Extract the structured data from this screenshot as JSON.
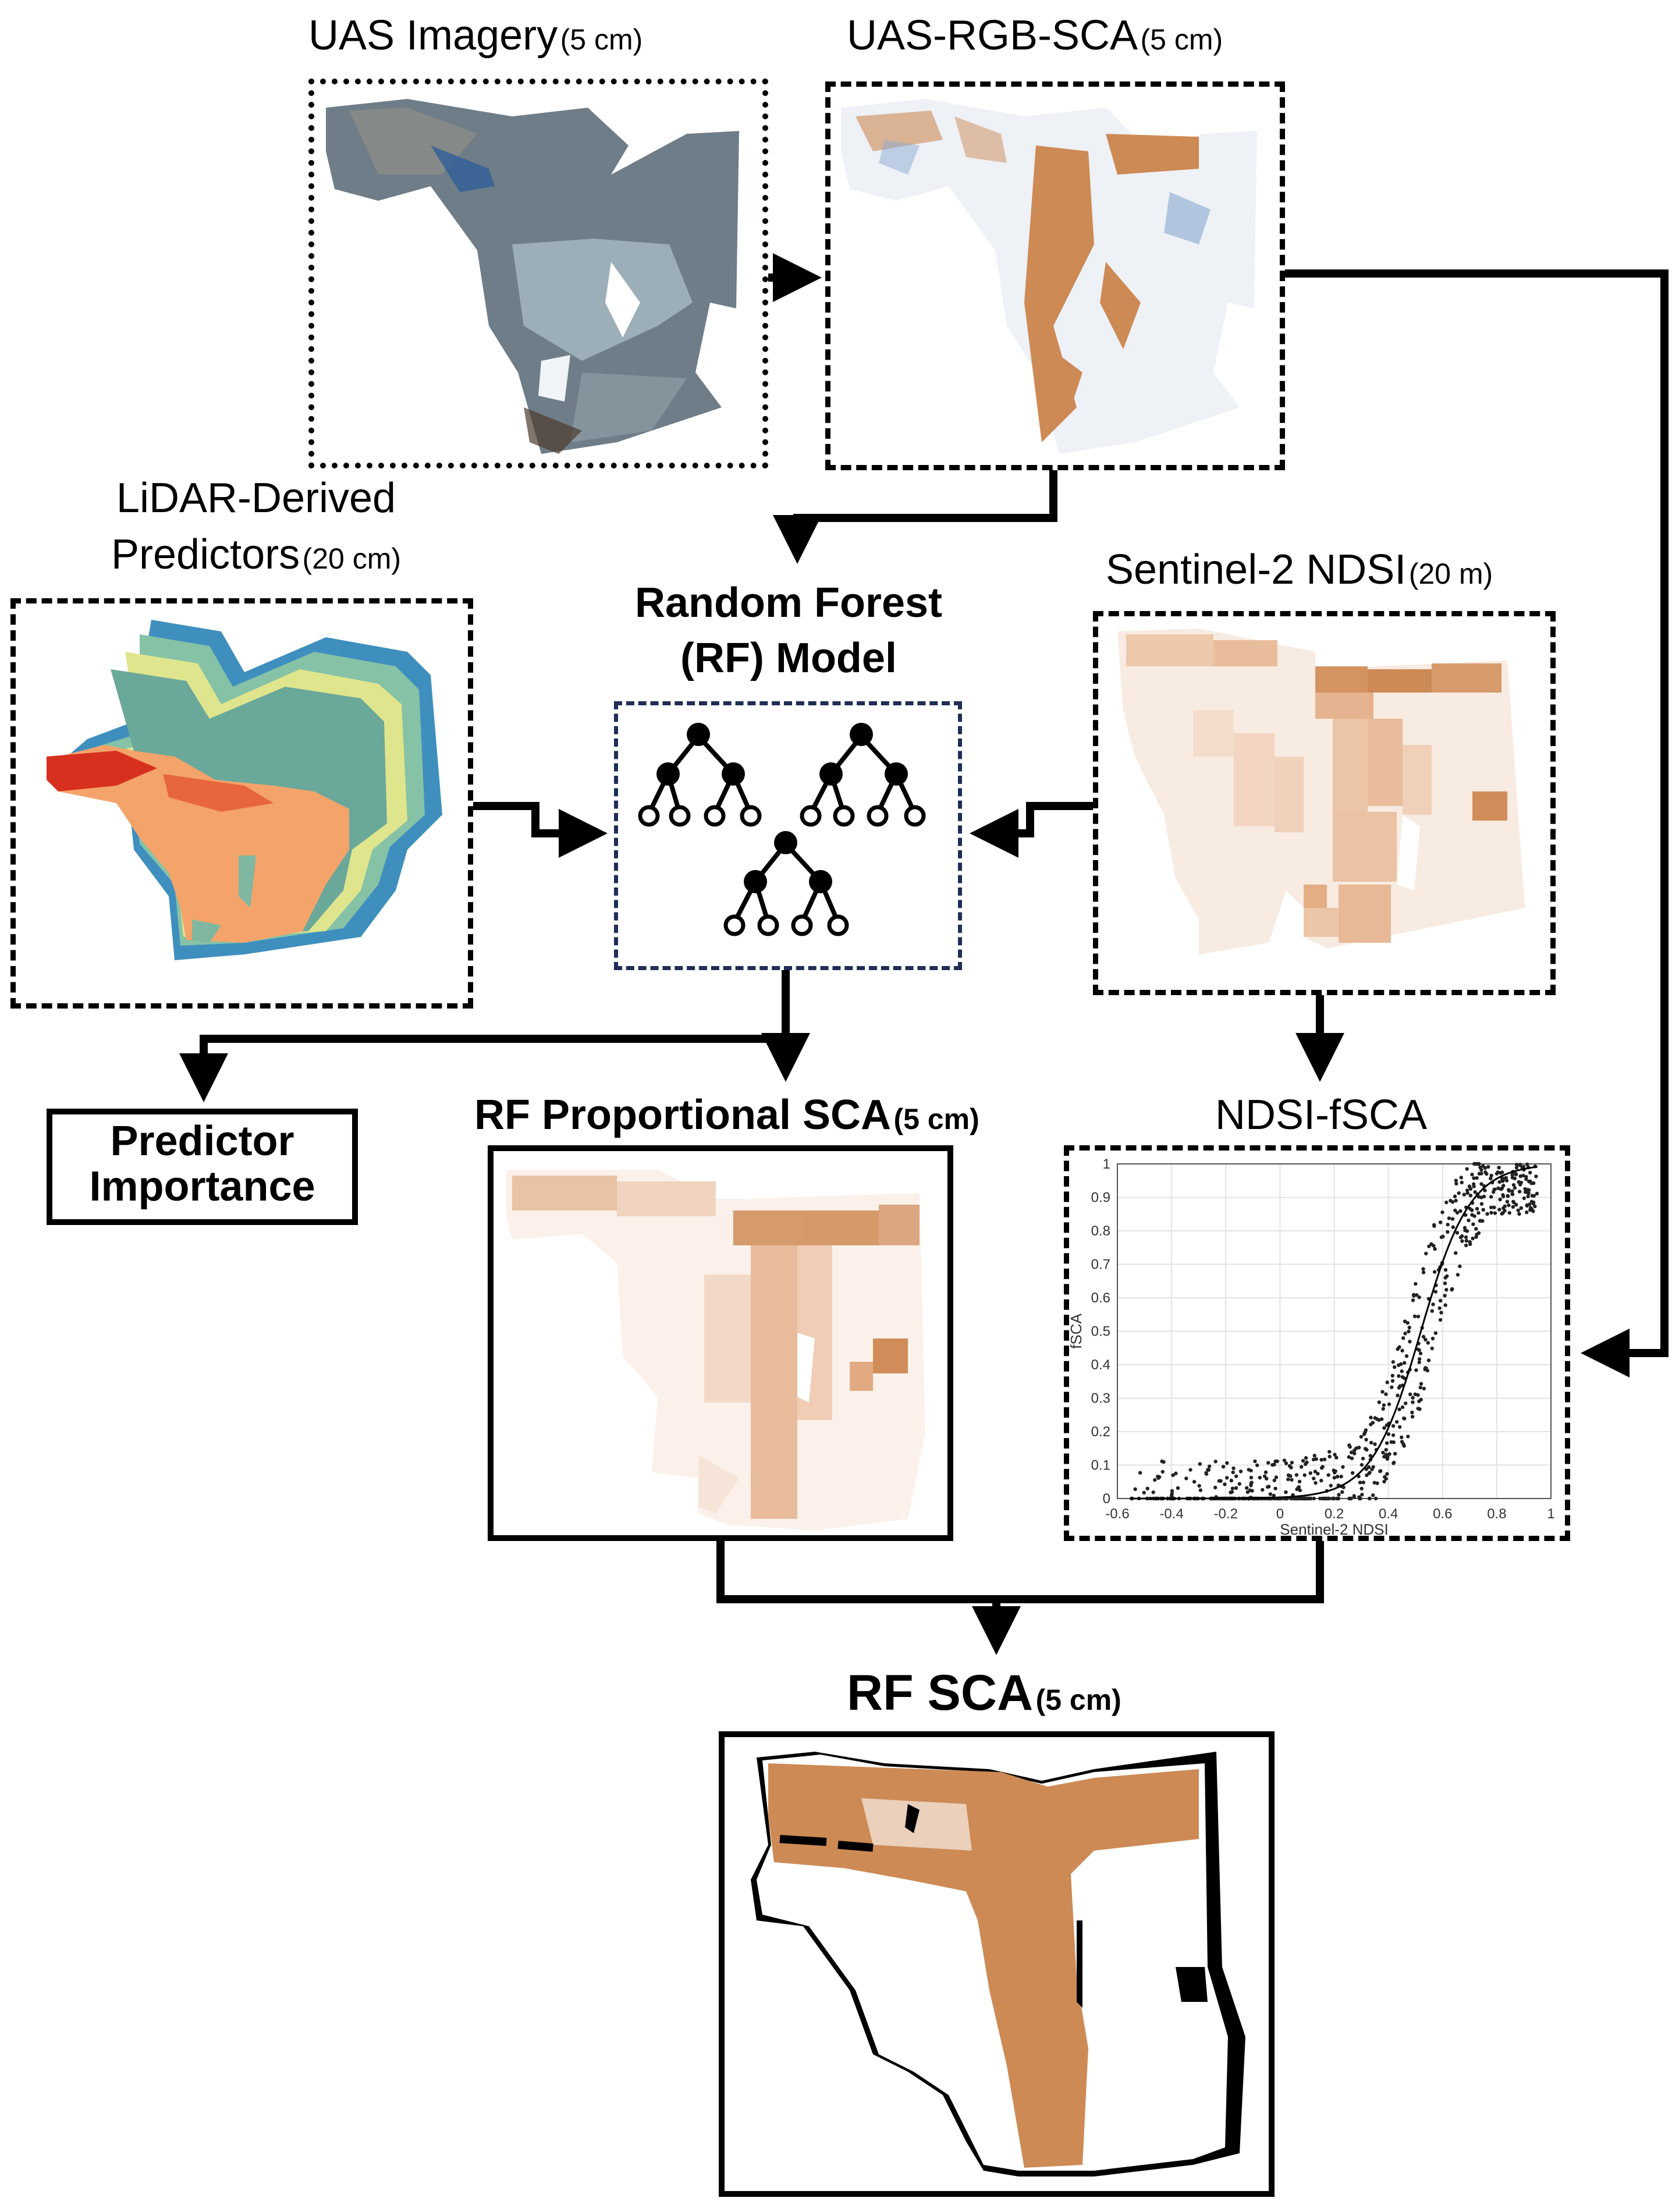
{
  "uas_imagery": {
    "title": "UAS Imagery",
    "res": "(5 cm)"
  },
  "uas_rgb_sca": {
    "title": "UAS-RGB-SCA",
    "res": "(5 cm)"
  },
  "lidar": {
    "title_line1": "LiDAR-Derived",
    "title_line2": "Predictors",
    "res": "(20 cm)"
  },
  "rf_model": {
    "title_line1": "Random Forest",
    "title_line2": "(RF) Model"
  },
  "sentinel": {
    "title": "Sentinel-2 NDSI",
    "res": "(20 m)"
  },
  "predictor_importance": {
    "line1": "Predictor",
    "line2": "Importance"
  },
  "rf_prop": {
    "title": "RF Proportional SCA",
    "res": "(5 cm)"
  },
  "ndsi_fsca": {
    "title": "NDSI-fSCA",
    "ylabel": "fSCA",
    "xlabel": "Sentinel-2 NDSI",
    "xticks": [
      "-0.6",
      "-0.4",
      "-0.2",
      "0",
      "0.2",
      "0.4",
      "0.6",
      "0.8",
      "1"
    ],
    "yticks": [
      "0",
      "0.1",
      "0.2",
      "0.3",
      "0.4",
      "0.5",
      "0.6",
      "0.7",
      "0.8",
      "0.9",
      "1"
    ]
  },
  "rf_sca": {
    "title": "RF SCA",
    "res": "(5 cm)"
  },
  "colors": {
    "snow_orange": "#cd8a55",
    "line": "#000000",
    "rf_border": "#1f2e55"
  }
}
